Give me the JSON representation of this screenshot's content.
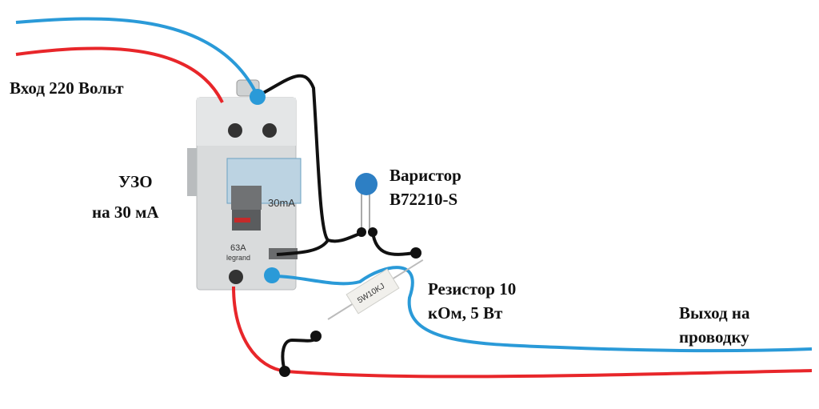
{
  "diagram": {
    "title": "RCD with varistor and resistor wiring",
    "labels": {
      "input": "Вход 220 Вольт",
      "rcd_line1": "УЗО",
      "rcd_line2": "на 30 мА",
      "varistor_line1": "Варистор",
      "varistor_line2": "B72210-S",
      "resistor_line1": "Резистор 10",
      "resistor_line2": "кОм, 5 Вт",
      "output_line1": "Выход на",
      "output_line2": "проводку"
    },
    "device": {
      "rating_sensitivity": "30mA",
      "rating_current": "63A",
      "type": "ID",
      "brand": "legrand",
      "resistor_marking": "5W10KJ"
    },
    "colors": {
      "phase_wire": "#e8262a",
      "neutral_wire": "#2a9ad8",
      "jumper_wire": "#111111",
      "device_body": "#dcdedf",
      "varistor": "#2d7fc4"
    }
  }
}
